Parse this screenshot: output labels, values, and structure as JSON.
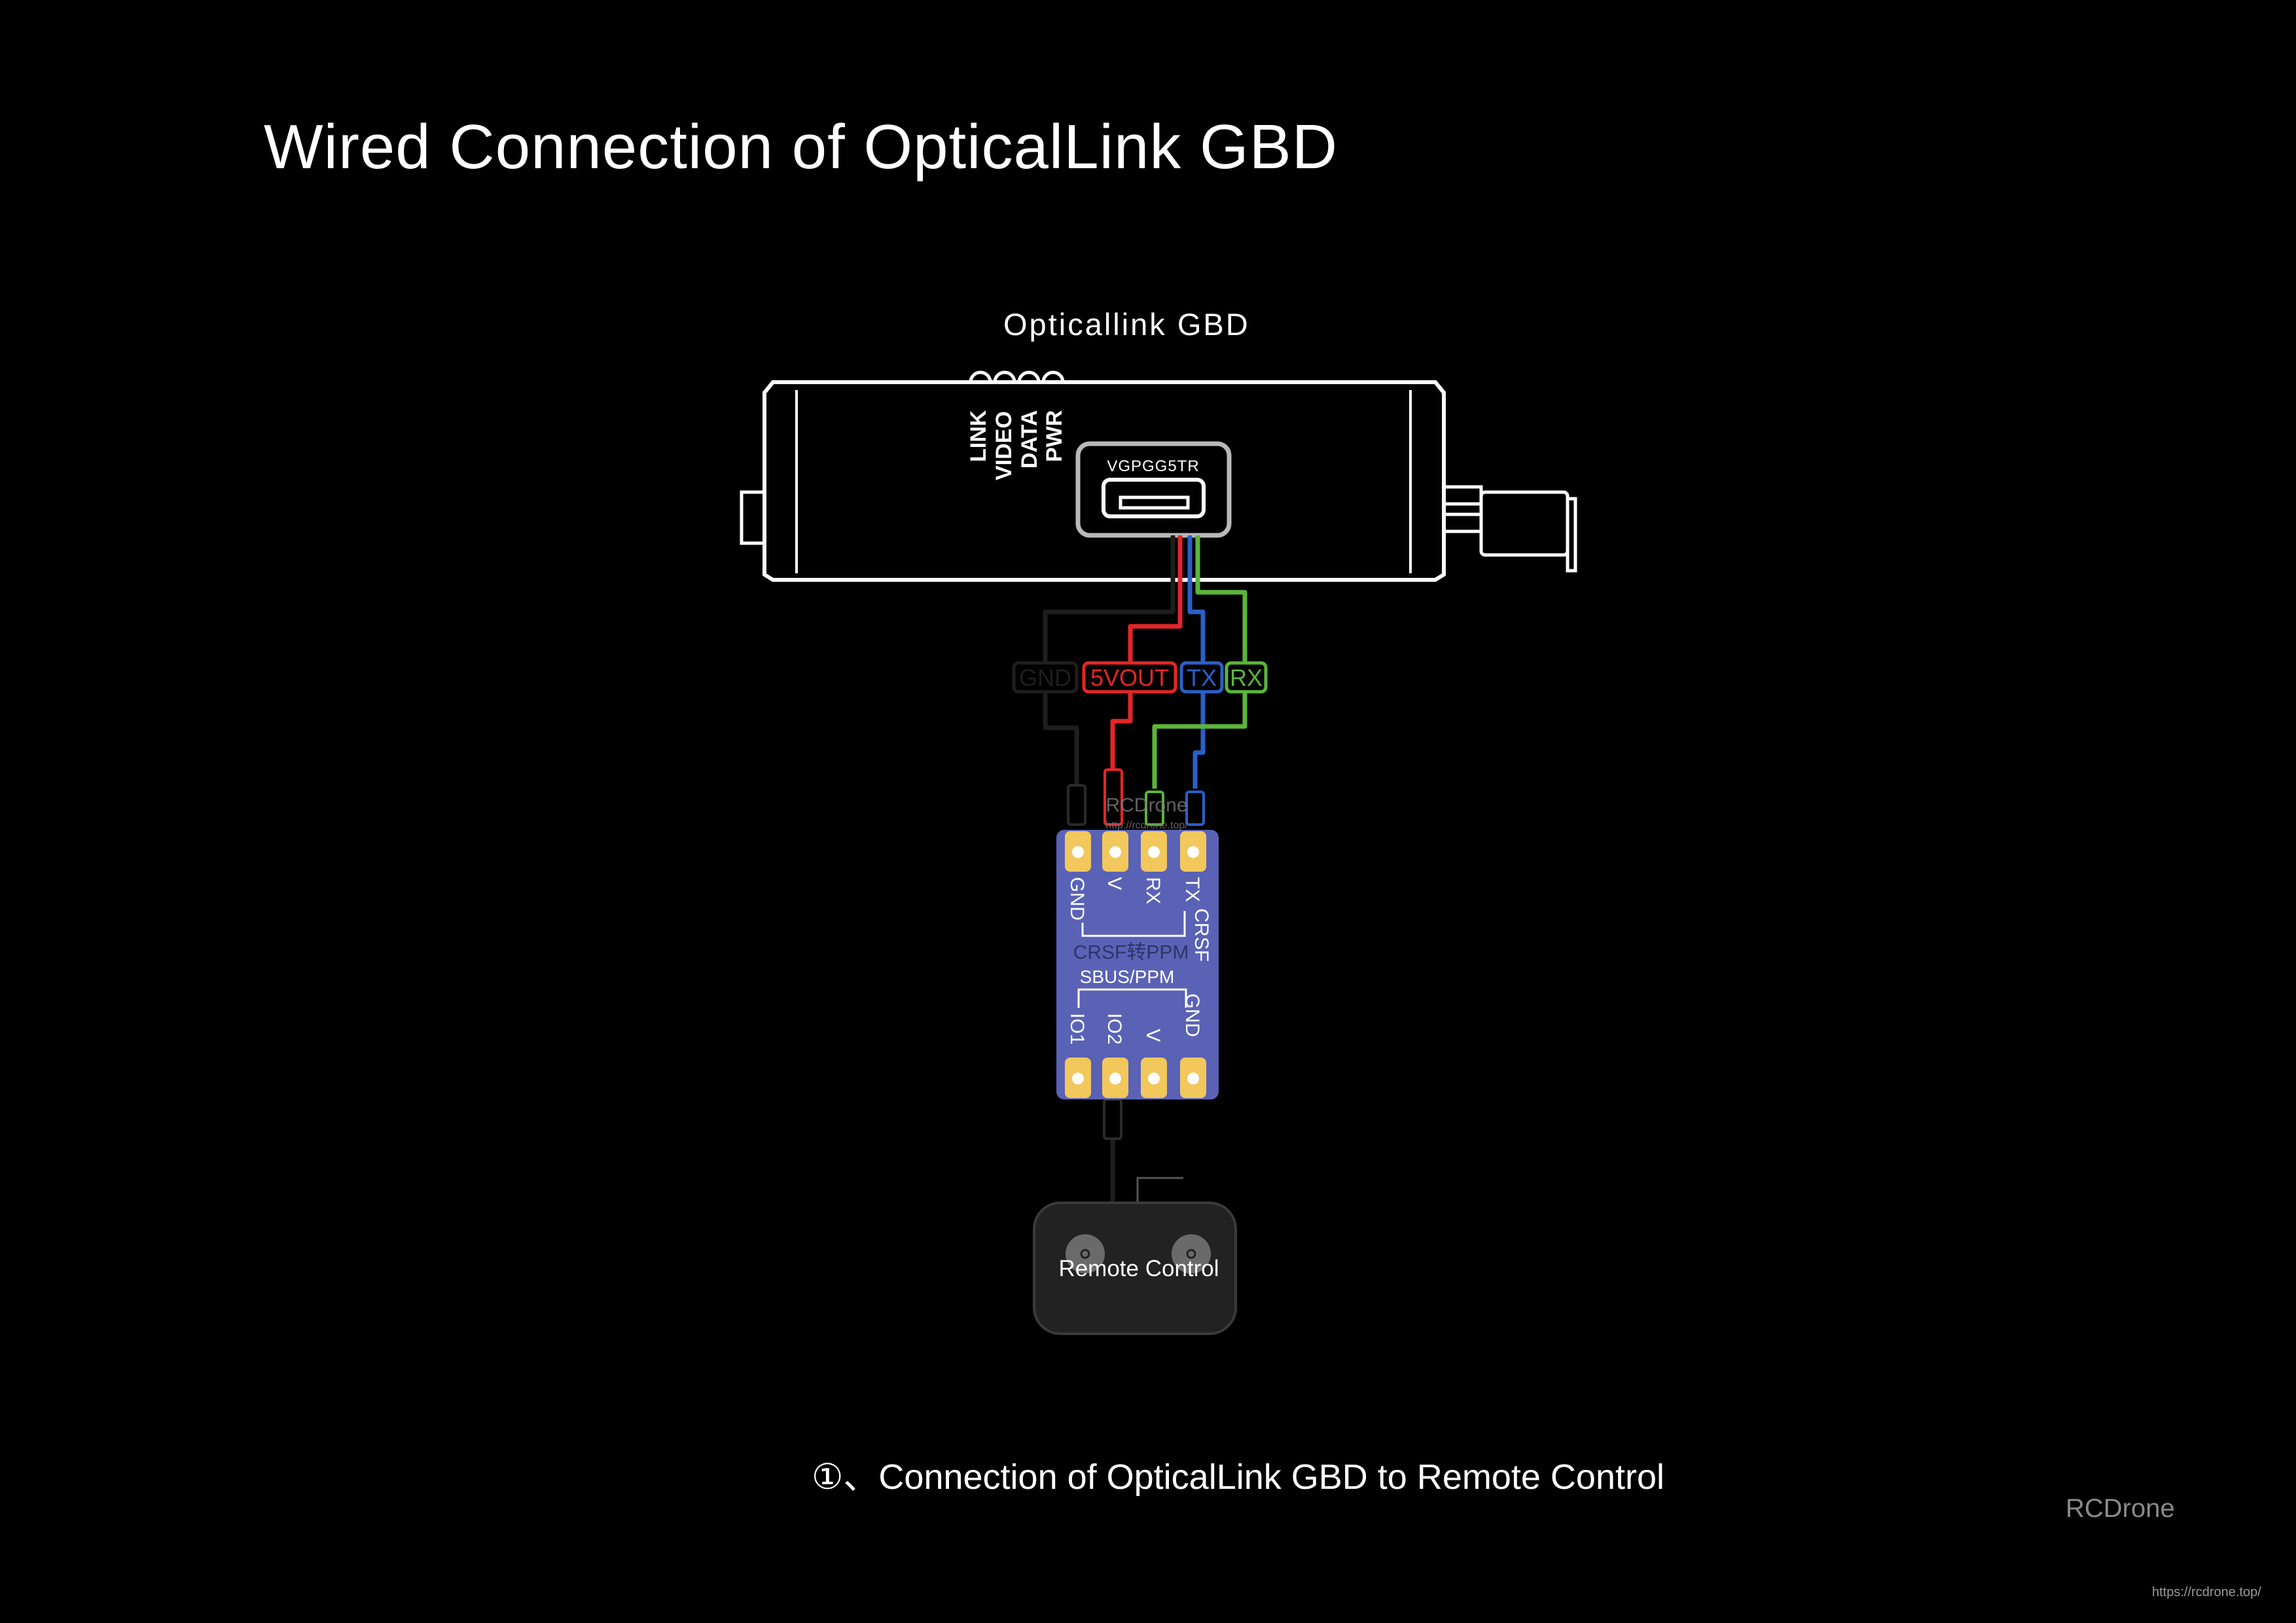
{
  "title": "Wired Connection of OpticalLink GBD",
  "device": {
    "name": "Opticallink GBD",
    "leds": [
      "LINK",
      "VIDEO",
      "DATA",
      "PWR"
    ],
    "port_label": "VGPGG5TR"
  },
  "wire_labels": {
    "gnd": "GND",
    "vout": "5VOUT",
    "tx": "TX",
    "rx": "RX"
  },
  "converter": {
    "top_pins": [
      "GND",
      "V",
      "RX",
      "TX"
    ],
    "crsf_label": "CRSF",
    "center_label": "CRSF转PPM",
    "sbus_label": "SBUS/PPM",
    "bottom_pins": [
      "IO1",
      "IO2",
      "V",
      "GND"
    ],
    "watermark": "RCDrone",
    "watermark_url": "http://rcdrone.top/"
  },
  "remote": {
    "label": "Remote Control"
  },
  "caption": "①、Connection of OpticalLink GBD to Remote Control",
  "footer": {
    "brand": "RCDrone",
    "url": "https://rcdrone.top/"
  },
  "colors": {
    "gnd": "#1e1e1e",
    "vout": "#e32626",
    "tx": "#2b5fc8",
    "rx": "#5bb53a",
    "board": "#5a62b6",
    "pad": "#f2c75c"
  }
}
